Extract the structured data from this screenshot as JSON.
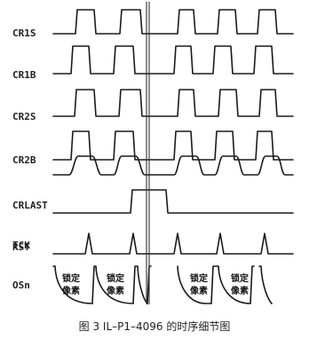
{
  "signals": [
    {
      "label": "CR1S"
    },
    {
      "label": "CR1B"
    },
    {
      "label": "CR2S"
    },
    {
      "label": "CR2B"
    },
    {
      "label": "CRLAST"
    },
    {
      "label": "TCK"
    },
    {
      "label": "RST"
    },
    {
      "label": "OSn"
    }
  ],
  "osn_annotation": {
    "line1": "锁定",
    "line2": "像素"
  },
  "caption": "图 3   IL–P1–4096 的时序细节图"
}
